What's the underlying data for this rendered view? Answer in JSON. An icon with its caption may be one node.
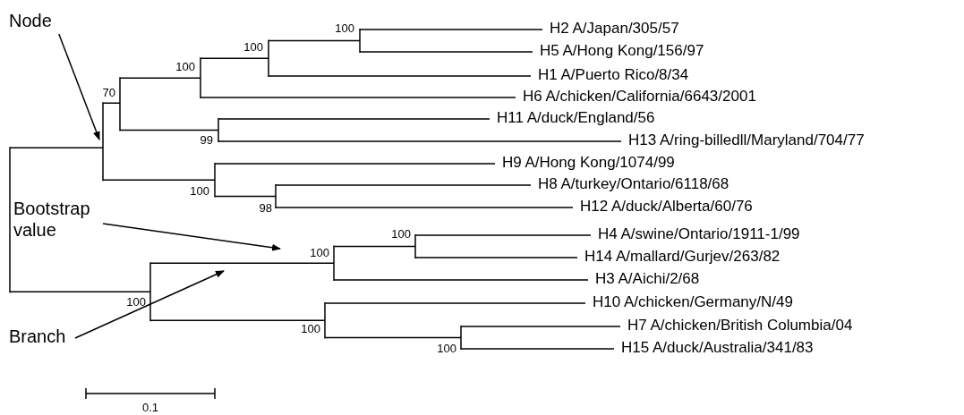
{
  "diagram": {
    "nodes": [
      {
        "text": [
          "Node"
        ]
      },
      {
        "text": [
          "Bootstrap value"
        ]
      },
      {
        "text": [
          "Branch"
        ]
      }
    ],
    "edges": [
      {
        "from": 0,
        "to": null,
        "arrow": "to"
      },
      {
        "from": 1,
        "to": null,
        "arrow": "to"
      },
      {
        "from": 2,
        "to": null,
        "arrow": "to"
      }
    ],
    "labels": [
      "100",
      "H2 A/Japan/305/57",
      "100",
      "H5 A/Hong Kong/156/97",
      "100",
      "H1 A/Puerto Rico/8/34",
      "70",
      "H6 A/chicken/California/6643/2001",
      "H11 A/duck/England/56",
      "99",
      "H13 A/ring-billedll/Maryland/704/77",
      "H9 A/Hong Kong/1074/99",
      "100",
      "H8 A/turkey/Ontario/6118/68",
      "98",
      "H12 A/duck/Alberta/60/76",
      "100",
      "H4 A/swine/Ontario/1911-1/99",
      "100",
      "H14 A/mallard/Gurjev/263/82",
      "H3 A/Aichi/2/68",
      "100",
      "H10 A/chicken/Germany/N/49",
      "H7 A/chicken/British Columbia/04",
      "100",
      "H15 A/duck/Australia/341/83",
      "100",
      "0.1"
    ]
  }
}
